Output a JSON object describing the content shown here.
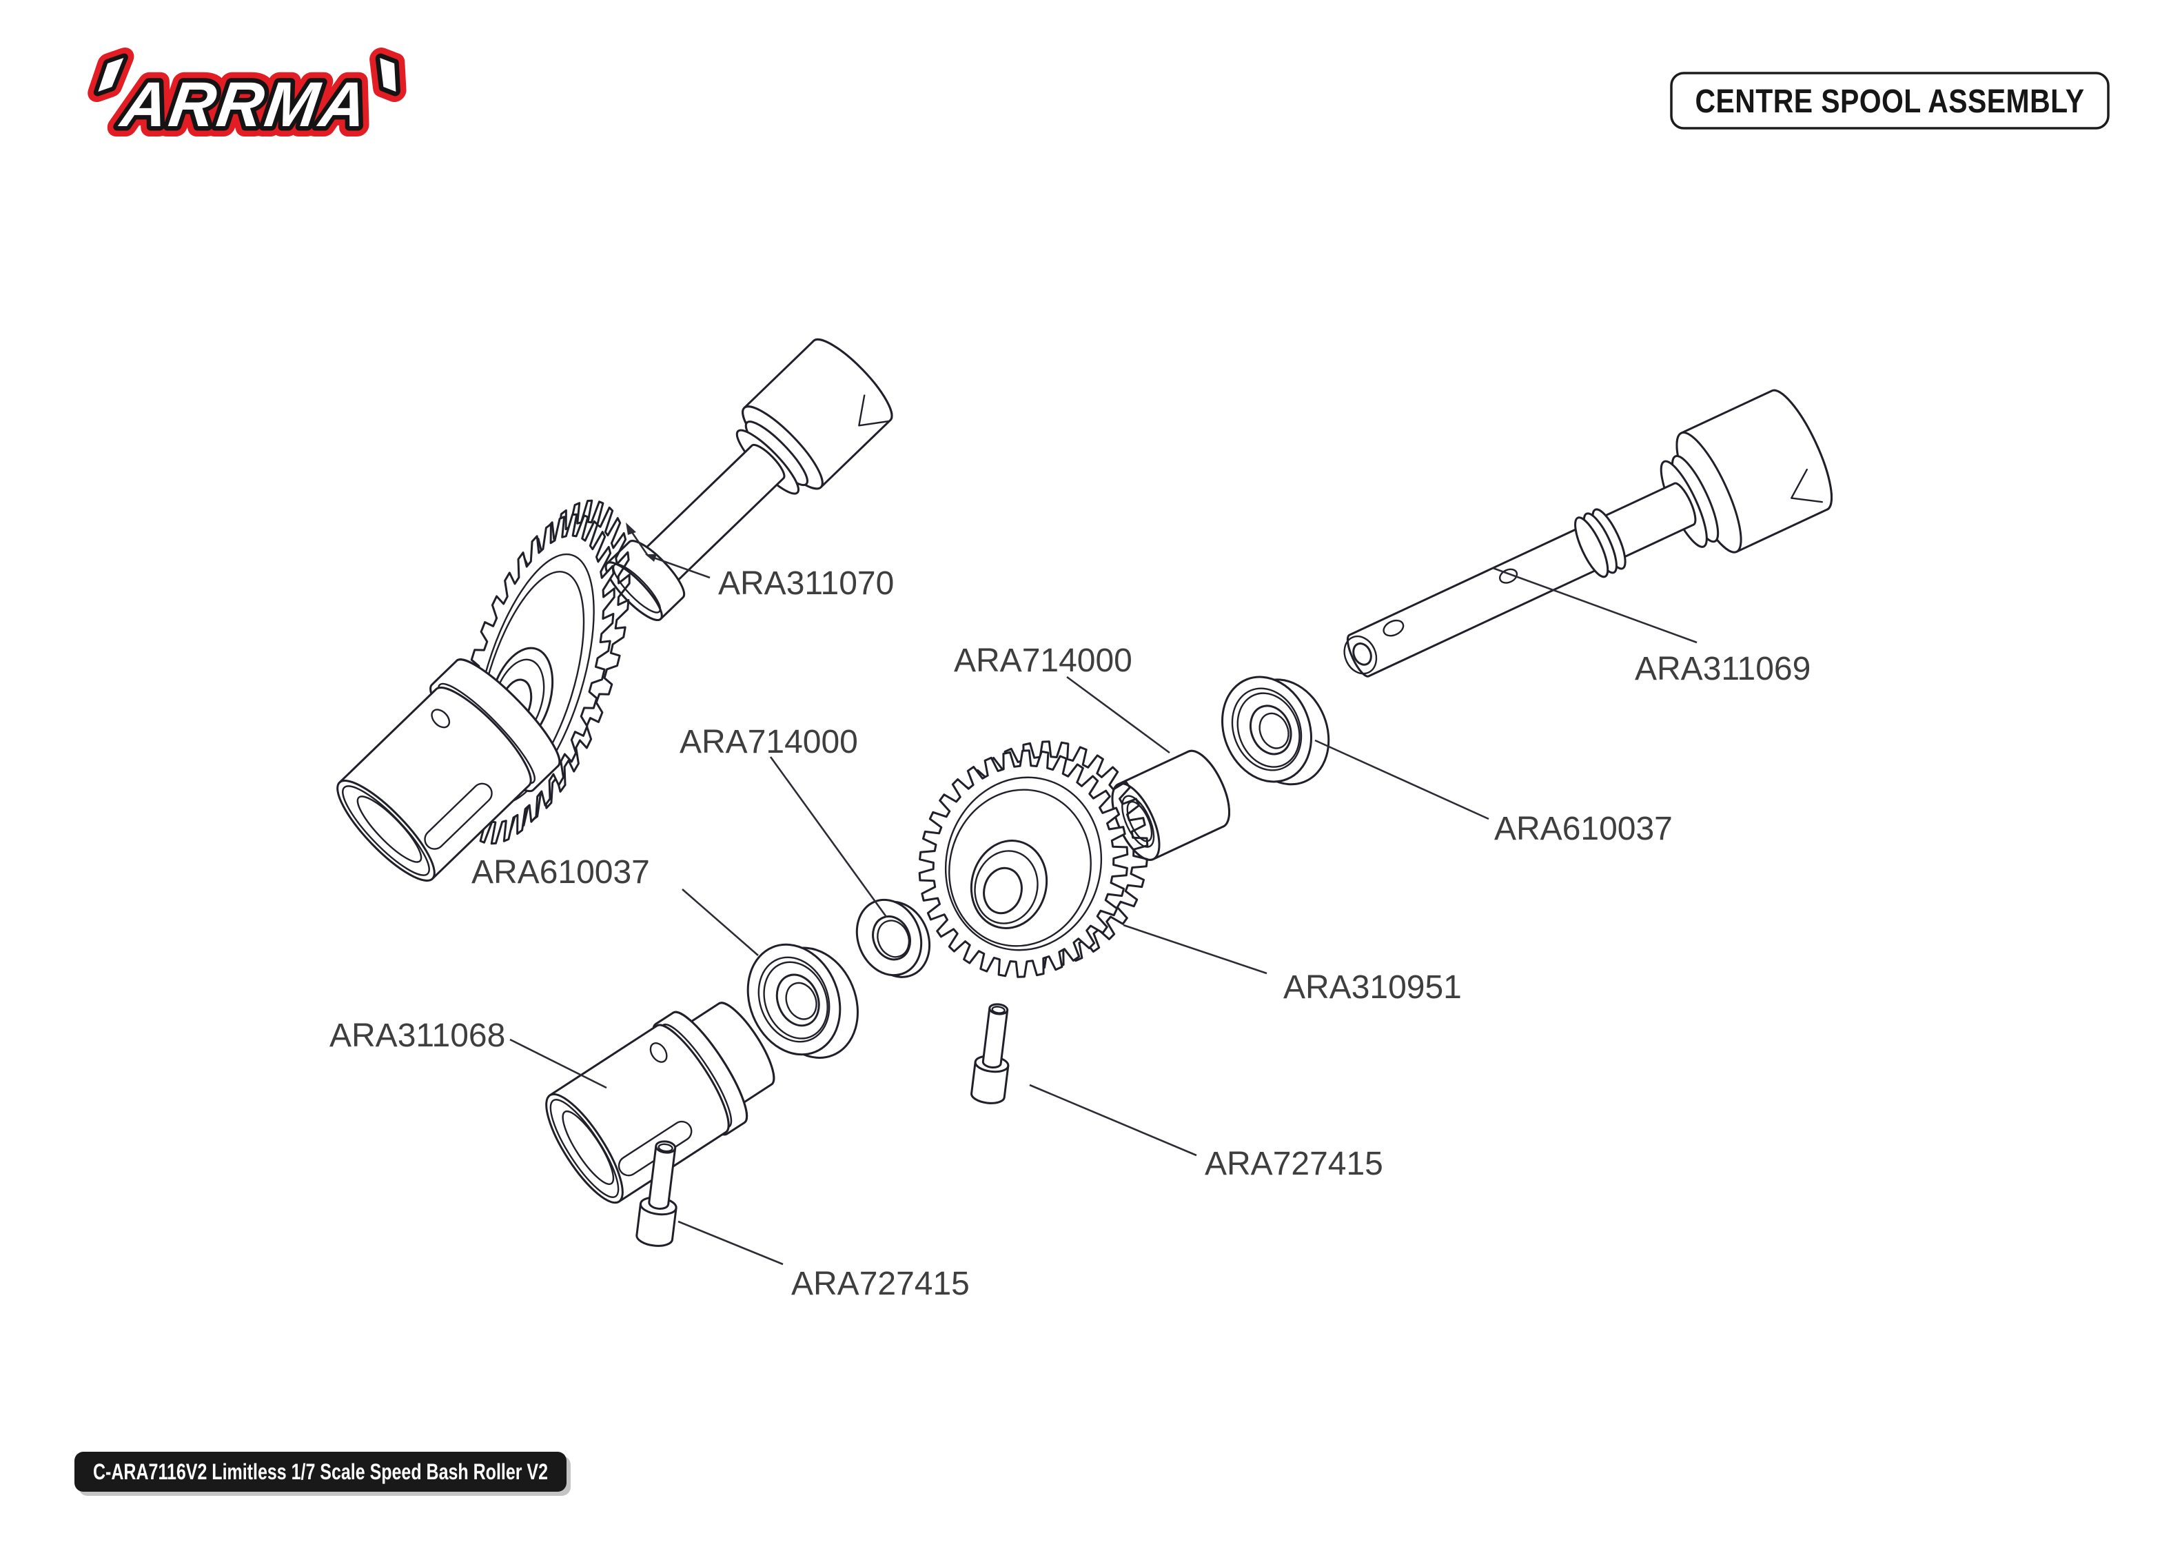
{
  "header": {
    "logo_text": "ARRMA",
    "title_box": "CENTRE SPOOL ASSEMBLY"
  },
  "footer": {
    "badge_text": "C-ARA7116V2 Limitless 1/7 Scale Speed Bash Roller V2"
  },
  "colors": {
    "logo_red": "#e21d23",
    "line_art": "#20202a",
    "label_gray": "#3e3e3e"
  },
  "diagram": {
    "labels": [
      {
        "text": "ARA311070"
      },
      {
        "text": "ARA714000"
      },
      {
        "text": "ARA311069"
      },
      {
        "text": "ARA610037"
      },
      {
        "text": "ARA714000"
      },
      {
        "text": "ARA610037"
      },
      {
        "text": "ARA311068"
      },
      {
        "text": "ARA310951"
      },
      {
        "text": "ARA727415"
      },
      {
        "text": "ARA727415"
      }
    ]
  }
}
